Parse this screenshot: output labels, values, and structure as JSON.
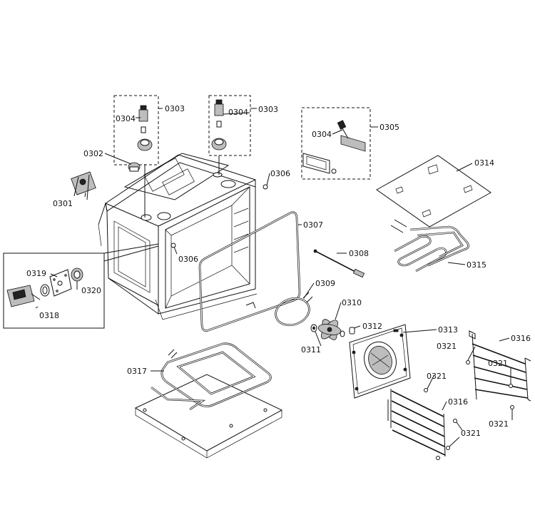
{
  "labels": [
    {
      "id": "0301",
      "text": "0301"
    },
    {
      "id": "0302",
      "text": "0302"
    },
    {
      "id": "0303a",
      "text": "0303"
    },
    {
      "id": "0303b",
      "text": "0303"
    },
    {
      "id": "0304a",
      "text": "0304"
    },
    {
      "id": "0304b",
      "text": "0304"
    },
    {
      "id": "0304c",
      "text": "0304"
    },
    {
      "id": "0305",
      "text": "0305"
    },
    {
      "id": "0306a",
      "text": "0306"
    },
    {
      "id": "0306b",
      "text": "0306"
    },
    {
      "id": "0307",
      "text": "0307"
    },
    {
      "id": "0308",
      "text": "0308"
    },
    {
      "id": "0309",
      "text": "0309"
    },
    {
      "id": "0310",
      "text": "0310"
    },
    {
      "id": "0311",
      "text": "0311"
    },
    {
      "id": "0312",
      "text": "0312"
    },
    {
      "id": "0313",
      "text": "0313"
    },
    {
      "id": "0314",
      "text": "0314"
    },
    {
      "id": "0315",
      "text": "0315"
    },
    {
      "id": "0316a",
      "text": "0316"
    },
    {
      "id": "0316b",
      "text": "0316"
    },
    {
      "id": "0317",
      "text": "0317"
    },
    {
      "id": "0318",
      "text": "0318"
    },
    {
      "id": "0319",
      "text": "0319"
    },
    {
      "id": "0320",
      "text": "0320"
    },
    {
      "id": "0321a",
      "text": "0321"
    },
    {
      "id": "0321b",
      "text": "0321"
    },
    {
      "id": "0321c",
      "text": "0321"
    },
    {
      "id": "0321d",
      "text": "0321"
    },
    {
      "id": "0321e",
      "text": "0321"
    }
  ]
}
